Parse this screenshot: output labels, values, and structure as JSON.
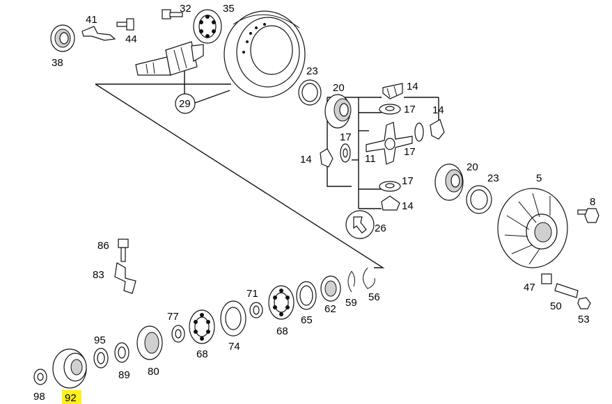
{
  "diagram": {
    "highlight_color": "#ffef1a",
    "labels": {
      "p41": "41",
      "p44": "44",
      "p38": "38",
      "p32": "32",
      "p35": "35",
      "p29": "29",
      "p23a": "23",
      "p20a": "20",
      "p14a": "14",
      "p17a": "17",
      "p14b": "14",
      "p17b": "17",
      "p17c": "17",
      "p11": "11",
      "p14c": "14",
      "p20b": "20",
      "p23b": "23",
      "p5": "5",
      "p17d": "17",
      "p14d": "14",
      "p8": "8",
      "p26": "26",
      "p86": "86",
      "p83": "83",
      "p71": "71",
      "p62": "62",
      "p59": "59",
      "p56": "56",
      "p68a": "68",
      "p65": "65",
      "p47": "47",
      "p50": "50",
      "p53": "53",
      "p77": "77",
      "p74": "74",
      "p95": "95",
      "p68b": "68",
      "p89": "89",
      "p80": "80",
      "p98": "98",
      "p92": "92"
    }
  }
}
